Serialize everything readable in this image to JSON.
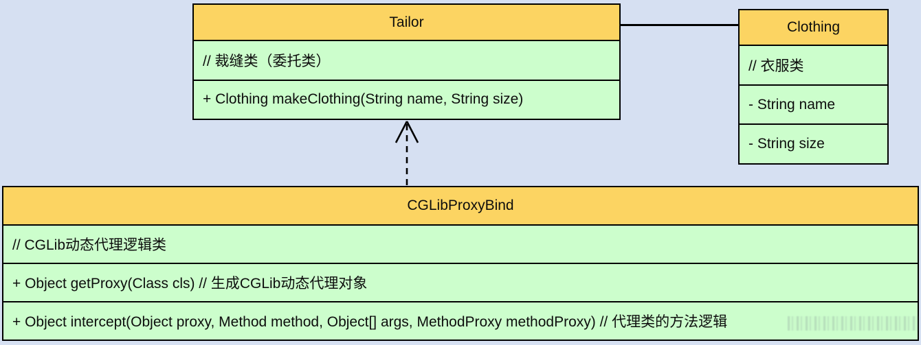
{
  "diagram": {
    "type": "uml-class-diagram",
    "background_color": "#d6e0f2",
    "header_fill": "#fcd462",
    "body_fill": "#ccfecc",
    "border_color": "#000000",
    "classes": [
      {
        "name": "Tailor",
        "rows": [
          "// 裁缝类（委托类）",
          "+ Clothing makeClothing(String name, String size)"
        ]
      },
      {
        "name": "Clothing",
        "rows": [
          "// 衣服类",
          "- String name",
          "- String size"
        ]
      },
      {
        "name": "CGLibProxyBind",
        "rows": [
          "// CGLib动态代理逻辑类",
          "+ Object getProxy(Class cls) // 生成CGLib动态代理对象",
          "+ Object intercept(Object proxy, Method method, Object[] args, MethodProxy methodProxy) // 代理类的方法逻辑"
        ]
      }
    ],
    "relations": [
      {
        "type": "association",
        "from": "Tailor",
        "to": "Clothing",
        "line": "solid"
      },
      {
        "type": "realization",
        "from": "CGLibProxyBind",
        "to": "Tailor",
        "line": "dashed-open-arrow"
      }
    ],
    "watermark": {
      "legible": false,
      "color": "#6e7684"
    }
  }
}
